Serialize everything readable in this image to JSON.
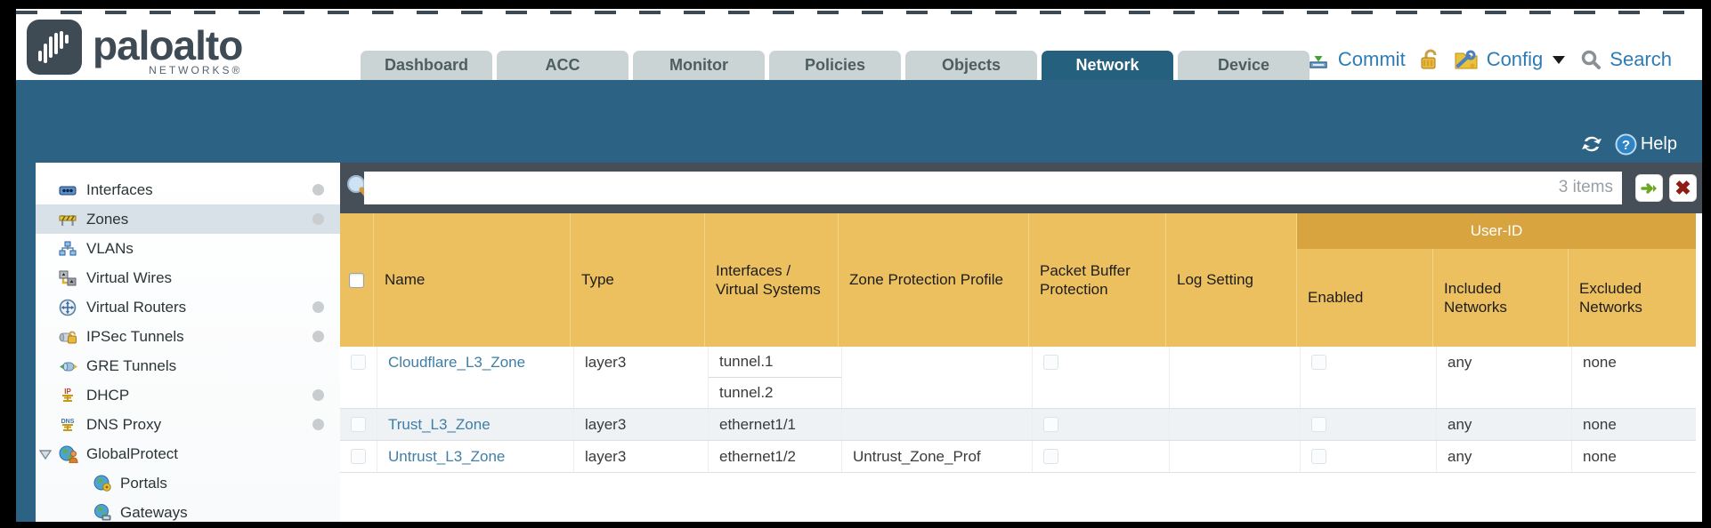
{
  "header": {
    "logo": {
      "brand": "paloalto",
      "sub": "NETWORKS®"
    },
    "tabs": [
      {
        "label": "Dashboard",
        "active": false
      },
      {
        "label": "ACC",
        "active": false
      },
      {
        "label": "Monitor",
        "active": false
      },
      {
        "label": "Policies",
        "active": false
      },
      {
        "label": "Objects",
        "active": false
      },
      {
        "label": "Network",
        "active": true
      },
      {
        "label": "Device",
        "active": false
      }
    ],
    "actions": {
      "commit": "Commit",
      "config": "Config",
      "search": "Search"
    }
  },
  "toolbar": {
    "help": "Help"
  },
  "sidebar": {
    "items": [
      {
        "label": "Interfaces",
        "icon": "interfaces-icon",
        "dot": true,
        "selected": false
      },
      {
        "label": "Zones",
        "icon": "zones-icon",
        "dot": true,
        "selected": true
      },
      {
        "label": "VLANs",
        "icon": "vlans-icon",
        "dot": false
      },
      {
        "label": "Virtual Wires",
        "icon": "virtual-wires-icon",
        "dot": false
      },
      {
        "label": "Virtual Routers",
        "icon": "virtual-routers-icon",
        "dot": true
      },
      {
        "label": "IPSec Tunnels",
        "icon": "ipsec-tunnels-icon",
        "dot": true
      },
      {
        "label": "GRE Tunnels",
        "icon": "gre-tunnels-icon",
        "dot": false
      },
      {
        "label": "DHCP",
        "icon": "dhcp-icon",
        "dot": true
      },
      {
        "label": "DNS Proxy",
        "icon": "dns-proxy-icon",
        "dot": true
      },
      {
        "label": "GlobalProtect",
        "icon": "globalprotect-icon",
        "dot": false,
        "expanded": true
      },
      {
        "label": "Portals",
        "icon": "portals-icon",
        "indent": 1
      },
      {
        "label": "Gateways",
        "icon": "gateways-icon",
        "indent": 1
      }
    ]
  },
  "filterbar": {
    "value": "",
    "items_count": "3 items"
  },
  "table": {
    "group_header": "User-ID",
    "columns": [
      "Name",
      "Type",
      "Interfaces / Virtual Systems",
      "Zone Protection Profile",
      "Packet Buffer Protection",
      "Log Setting",
      "Enabled",
      "Included Networks",
      "Excluded Networks"
    ],
    "rows": [
      {
        "name": "Cloudflare_L3_Zone",
        "type": "layer3",
        "interfaces": [
          "tunnel.1",
          "tunnel.2"
        ],
        "zone_protection_profile": "",
        "log_setting": "",
        "included_networks": "any",
        "excluded_networks": "none"
      },
      {
        "name": "Trust_L3_Zone",
        "type": "layer3",
        "interfaces": [
          "ethernet1/1"
        ],
        "zone_protection_profile": "",
        "log_setting": "",
        "included_networks": "any",
        "excluded_networks": "none"
      },
      {
        "name": "Untrust_L3_Zone",
        "type": "layer3",
        "interfaces": [
          "ethernet1/2"
        ],
        "zone_protection_profile": "Untrust_Zone_Prof",
        "log_setting": "",
        "included_networks": "any",
        "excluded_networks": "none"
      }
    ]
  },
  "colors": {
    "teal_band": "#2c6283",
    "slate_bar": "#464e57",
    "header_gold": "#edc05f",
    "user_id_gold": "#d8a440",
    "link_blue": "#3f7ea6",
    "tab_gray": "#cbd4d4",
    "action_blue": "#2e7cb5",
    "selected_row": "#d8e1e8"
  },
  "icons": {
    "logo": "paloalto-mark",
    "commit": "commit-icon",
    "lock": "lock-icon",
    "config": "config-icon",
    "search": "search-icon",
    "refresh": "refresh-icon",
    "help": "help-icon",
    "filter": "magnifier-icon",
    "apply_filter": "green-arrow-icon",
    "clear_filter": "red-x-icon"
  }
}
